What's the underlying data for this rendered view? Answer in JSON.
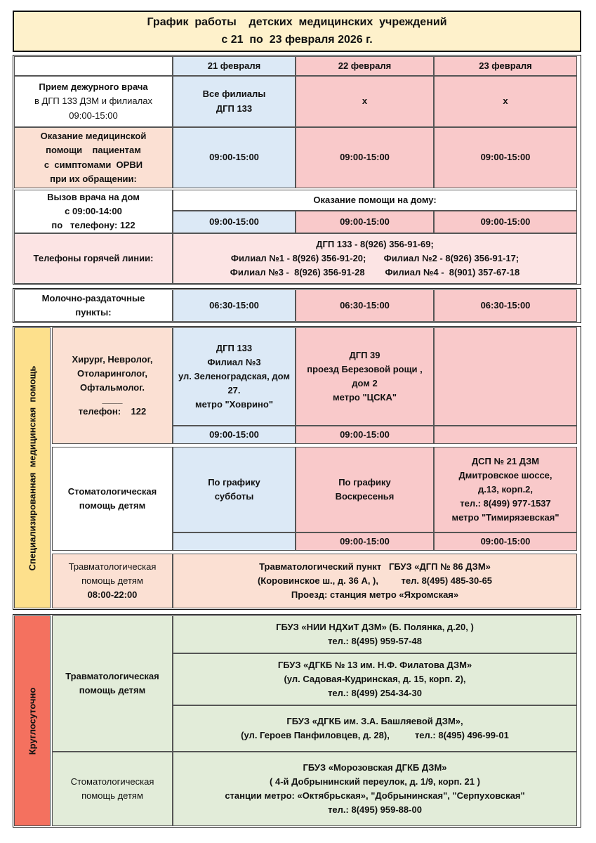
{
  "title": {
    "line1": "График  работы    детских  медицинских  учреждений",
    "line2": "с 21  по  23 февраля 2026 г."
  },
  "dates": [
    "21 февраля",
    "22 февраля",
    "23 февраля"
  ],
  "duty": {
    "label": [
      "Прием дежурного  врача",
      "в  ДГП 133 ДЗМ и филиалах",
      "09:00-15:00"
    ],
    "d21": [
      "Все филиалы",
      "ДГП 133"
    ],
    "d22": "x",
    "d23": "x"
  },
  "orvi": {
    "label": [
      "Оказание медицинской",
      "помощи    пациентам",
      "с  симптомами  ОРВИ",
      "при их обращении:"
    ],
    "d21": "09:00-15:00",
    "d22": "09:00-15:00",
    "d23": "09:00-15:00"
  },
  "home": {
    "label": [
      "Вызов врача на дом",
      "с 09:00-14:00",
      "по   телефону: 122"
    ],
    "header": "Оказание помощи на дому:",
    "d21": "09:00-15:00",
    "d22": "09:00-15:00",
    "d23": "09:00-15:00"
  },
  "hotline": {
    "label": "Телефоны горячей линии:",
    "lines": [
      "ДГП 133 - 8(926) 356-91-69;",
      "Филиал №1 - 8(926) 356-91-20;       Филиал №2 - 8(926) 356-91-17;",
      "Филиал №3 -  8(926) 356-91-28        Филиал №4 -  8(901) 357-67-18"
    ]
  },
  "milk": {
    "label": [
      "Молочно-раздаточные",
      "пункты:"
    ],
    "d21": "06:30-15:00",
    "d22": "06:30-15:00",
    "d23": "06:30-15:00"
  },
  "specialized": {
    "side_label": "Специализированная  медицинская  помощь",
    "surgery": {
      "label": [
        "Хирург,  Невролог,",
        "Отоларинголог,",
        "Офтальмолог."
      ],
      "divider": "____",
      "phone": "телефон:    122",
      "d21": [
        "ДГП 133",
        "Филиал №3",
        "ул. Зеленоградская, дом",
        "27.",
        "метро \"Ховрино\""
      ],
      "d22": [
        "ДГП 39",
        "проезд Березовой рощи ,",
        "дом 2",
        "метро \"ЦСКА\""
      ],
      "d21_time": "09:00-15:00",
      "d22_time": "09:00-15:00"
    },
    "dental": {
      "label": [
        "Стоматологическая",
        "помощь детям"
      ],
      "d21": [
        "По графику",
        "субботы"
      ],
      "d22": [
        "По графику",
        "Воскресенья"
      ],
      "d23": [
        "ДСП № 21 ДЗМ",
        "Дмитровское шоссе,",
        "д.13, корп.2,",
        "тел.: 8(499) 977-1537",
        "метро \"Тимирязевская\""
      ],
      "d22_time": "09:00-15:00",
      "d23_time": "09:00-15:00"
    },
    "trauma": {
      "label": [
        "Травматологическая",
        "помощь детям"
      ],
      "hours": "08:00-22:00",
      "lines": [
        "Травматологический пункт   ГБУЗ «ДГП № 86 ДЗМ»",
        "(Коровинское ш., д. 36 А, ),         тел. 8(495) 485-30-65",
        "Проезд: станция метро «Яхромская»"
      ]
    }
  },
  "roundclock": {
    "side_label": "Круглосуточно",
    "trauma": {
      "label": [
        "Травматологическая",
        "помощь детям"
      ],
      "entries": [
        [
          "ГБУЗ «НИИ НДХиТ ДЗМ» (Б. Полянка, д.20, )",
          "тел.: 8(495) 959-57-48"
        ],
        [
          "ГБУЗ «ДГКБ № 13 им. Н.Ф. Филатова ДЗМ»",
          "(ул. Садовая-Кудринская, д. 15, корп. 2),",
          "тел.: 8(499) 254-34-30"
        ],
        [
          "ГБУЗ «ДГКБ им. З.А. Башляевой ДЗМ»,",
          "(ул. Героев Панфиловцев, д. 28),          тел.: 8(495) 496-99-01"
        ]
      ]
    },
    "dental": {
      "label": [
        "Стоматологическая",
        "помощь детям"
      ],
      "lines": [
        "ГБУЗ «Морозовская ДГКБ ДЗМ»",
        "( 4-й Добрынинский переулок, д. 1/9, корп. 21 )",
        "станции метро: «Октябрьская», \"Добрынинская\", \"Серпуховская\"",
        "тел.: 8(495) 959-88-00"
      ]
    }
  }
}
